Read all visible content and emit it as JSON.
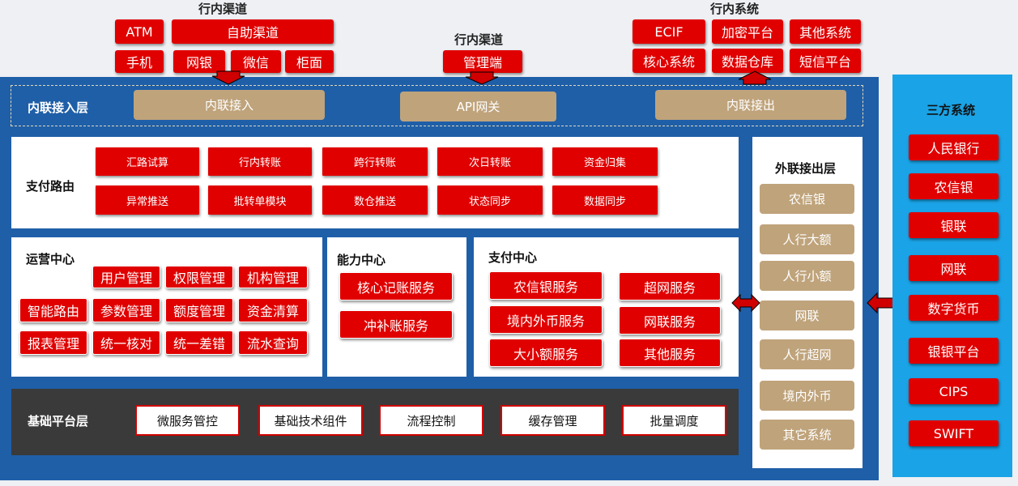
{
  "top": {
    "left_title": "行内渠道",
    "left_items": [
      "ATM",
      "自助渠道",
      "手机",
      "网银",
      "微信",
      "柜面"
    ],
    "mid_title": "行内渠道",
    "mid_items": [
      "管理端"
    ],
    "right_title": "行内系统",
    "right_items": [
      "ECIF",
      "加密平台",
      "其他系统",
      "核心系统",
      "数据仓库",
      "短信平台"
    ]
  },
  "access_layer": {
    "label": "内联接入层",
    "items": [
      "内联接入",
      "API网关",
      "内联接出"
    ]
  },
  "payment_routing": {
    "label": "支付路由",
    "items": [
      "汇路试算",
      "行内转账",
      "跨行转账",
      "次日转账",
      "资金归集",
      "异常推送",
      "批转单模块",
      "数仓推送",
      "状态同步",
      "数据同步"
    ]
  },
  "ops_center": {
    "label": "运营中心",
    "items": [
      "用户管理",
      "权限管理",
      "机构管理",
      "智能路由",
      "参数管理",
      "额度管理",
      "资金清算",
      "报表管理",
      "统一核对",
      "统一差错",
      "流水查询"
    ]
  },
  "capability_center": {
    "label": "能力中心",
    "items": [
      "核心记账服务",
      "冲补账服务"
    ]
  },
  "payment_center": {
    "label": "支付中心",
    "items": [
      "农信银服务",
      "超网服务",
      "境内外币服务",
      "网联服务",
      "大小额服务",
      "其他服务"
    ]
  },
  "base_layer": {
    "label": "基础平台层",
    "items": [
      "微服务管控",
      "基础技术组件",
      "流程控制",
      "缓存管理",
      "批量调度"
    ]
  },
  "outbound_layer": {
    "label": "外联接出层",
    "items": [
      "农信银",
      "人行大额",
      "人行小额",
      "网联",
      "人行超网",
      "境内外币",
      "其它系统"
    ]
  },
  "third_party": {
    "label": "三方系统",
    "items": [
      "人民银行",
      "农信银",
      "银联",
      "网联",
      "数字货币",
      "银银平台",
      "CIPS",
      "SWIFT"
    ]
  },
  "colors": {
    "red": "#e00000",
    "blue": "#1f5fa8",
    "sky": "#1aa3e6",
    "tan": "#bfa37b",
    "dark": "#3a3a3a"
  }
}
